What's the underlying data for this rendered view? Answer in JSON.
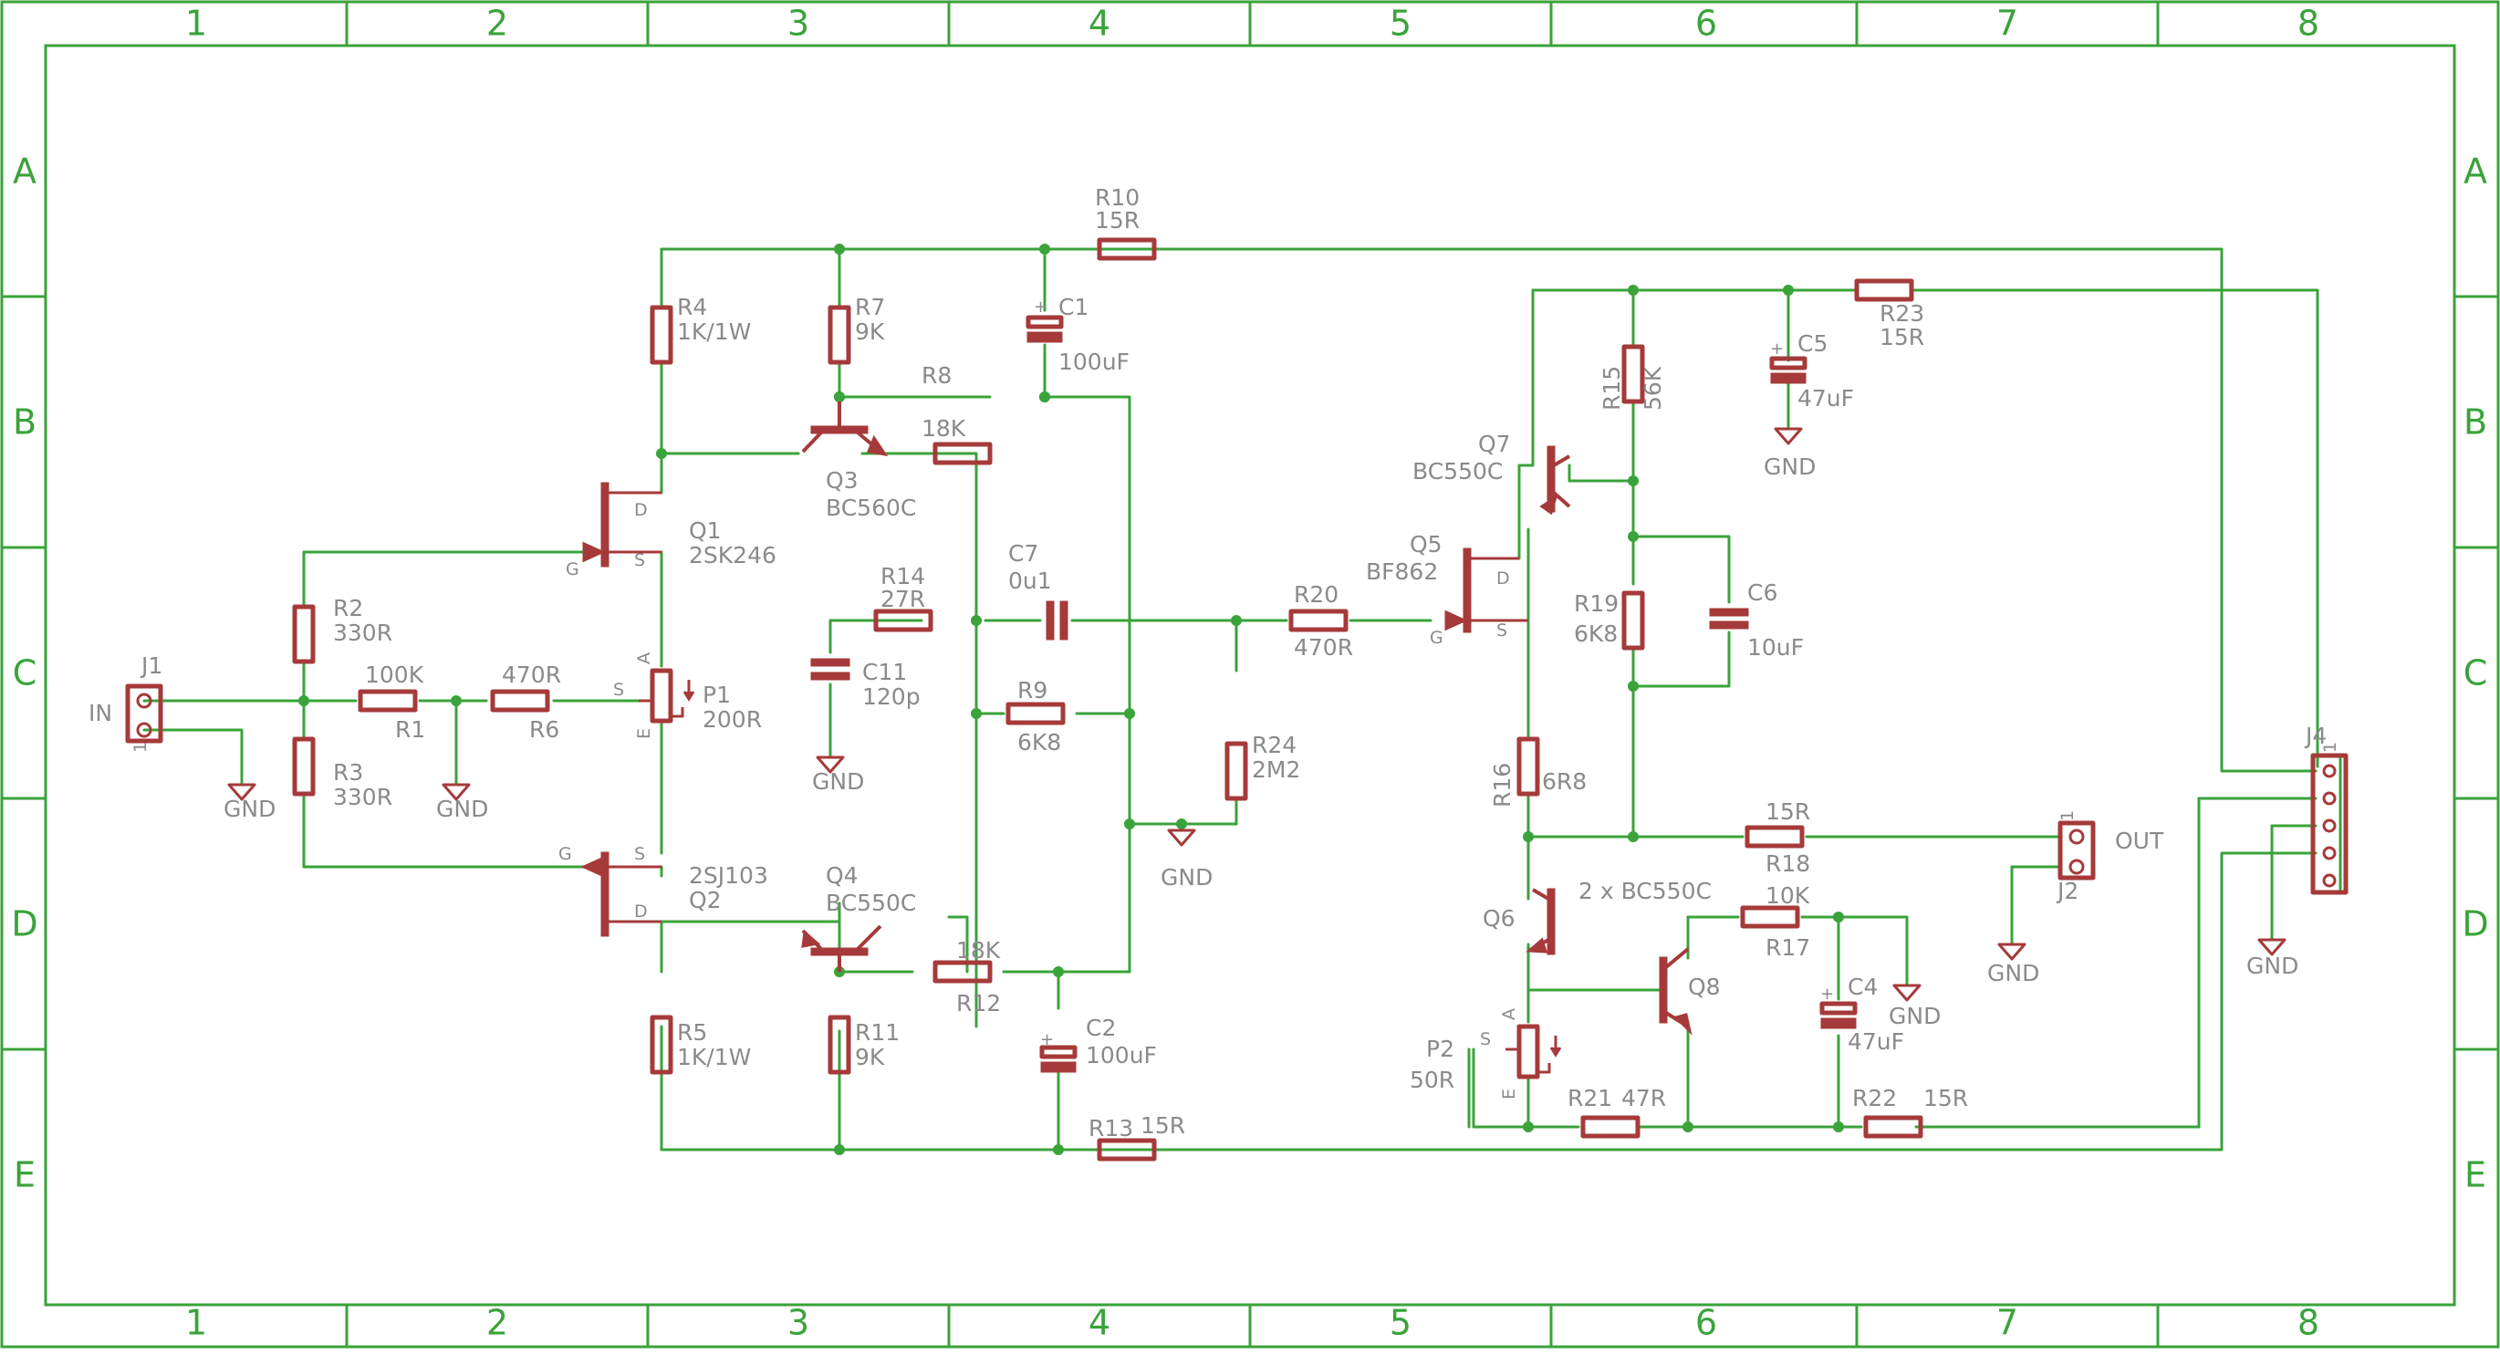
{
  "frame": {
    "columns": [
      "1",
      "2",
      "3",
      "4",
      "5",
      "6",
      "7",
      "8"
    ],
    "rows": [
      "A",
      "B",
      "C",
      "D",
      "E"
    ]
  },
  "labels": [
    {
      "id": "R10-name",
      "text": "R10"
    },
    {
      "id": "R10-val",
      "text": "15R"
    },
    {
      "id": "R4-name",
      "text": "R4"
    },
    {
      "id": "R4-val",
      "text": "1K/1W"
    },
    {
      "id": "R7-name",
      "text": "R7"
    },
    {
      "id": "R7-val",
      "text": "9K"
    },
    {
      "id": "C1-name",
      "text": "C1"
    },
    {
      "id": "C1-val",
      "text": "100uF"
    },
    {
      "id": "R8-name",
      "text": "R8"
    },
    {
      "id": "R8-val",
      "text": "18K"
    },
    {
      "id": "Q3-name",
      "text": "Q3"
    },
    {
      "id": "Q3-val",
      "text": "BC560C"
    },
    {
      "id": "Q1-name",
      "text": "Q1"
    },
    {
      "id": "Q1-val",
      "text": "2SK246"
    },
    {
      "id": "R2-name",
      "text": "R2"
    },
    {
      "id": "R2-val",
      "text": "330R"
    },
    {
      "id": "R1-val",
      "text": "100K"
    },
    {
      "id": "R1-name",
      "text": "R1"
    },
    {
      "id": "R6-val",
      "text": "470R"
    },
    {
      "id": "R6-name",
      "text": "R6"
    },
    {
      "id": "P1-name",
      "text": "P1"
    },
    {
      "id": "P1-val",
      "text": "200R"
    },
    {
      "id": "J1-name",
      "text": "J1"
    },
    {
      "id": "IN",
      "text": "IN"
    },
    {
      "id": "R3-name",
      "text": "R3"
    },
    {
      "id": "R3-val",
      "text": "330R"
    },
    {
      "id": "GND-J1",
      "text": "GND"
    },
    {
      "id": "GND-R1",
      "text": "GND"
    },
    {
      "id": "R14-name",
      "text": "R14"
    },
    {
      "id": "R14-val",
      "text": "27R"
    },
    {
      "id": "C7-name",
      "text": "C7"
    },
    {
      "id": "C7-val",
      "text": "0u1"
    },
    {
      "id": "C11-name",
      "text": "C11"
    },
    {
      "id": "C11-val",
      "text": "120p"
    },
    {
      "id": "GND-C11",
      "text": "GND"
    },
    {
      "id": "R9-name",
      "text": "R9"
    },
    {
      "id": "R9-val",
      "text": "6K8"
    },
    {
      "id": "R20-name",
      "text": "R20"
    },
    {
      "id": "R20-val",
      "text": "470R"
    },
    {
      "id": "R24-name",
      "text": "R24"
    },
    {
      "id": "R24-val",
      "text": "2M2"
    },
    {
      "id": "GND-R24",
      "text": "GND"
    },
    {
      "id": "Q2-val",
      "text": "2SJ103"
    },
    {
      "id": "Q2-name",
      "text": "Q2"
    },
    {
      "id": "Q4-name",
      "text": "Q4"
    },
    {
      "id": "Q4-val",
      "text": "BC550C"
    },
    {
      "id": "R12-val",
      "text": "18K"
    },
    {
      "id": "R12-name",
      "text": "R12"
    },
    {
      "id": "R5-name",
      "text": "R5"
    },
    {
      "id": "R5-val",
      "text": "1K/1W"
    },
    {
      "id": "R11-name",
      "text": "R11"
    },
    {
      "id": "R11-val",
      "text": "9K"
    },
    {
      "id": "C2-name",
      "text": "C2"
    },
    {
      "id": "C2-val",
      "text": "100uF"
    },
    {
      "id": "R13-name",
      "text": "R13"
    },
    {
      "id": "R13-val",
      "text": "15R"
    },
    {
      "id": "Q7-name",
      "text": "Q7"
    },
    {
      "id": "Q7-val",
      "text": "BC550C"
    },
    {
      "id": "Q5-name",
      "text": "Q5"
    },
    {
      "id": "Q5-val",
      "text": "BF862"
    },
    {
      "id": "R15-name",
      "text": "R15"
    },
    {
      "id": "R15-val",
      "text": "56K"
    },
    {
      "id": "C5-name",
      "text": "C5"
    },
    {
      "id": "C5-val",
      "text": "47uF"
    },
    {
      "id": "GND-C5",
      "text": "GND"
    },
    {
      "id": "R23-name",
      "text": "R23"
    },
    {
      "id": "R23-val",
      "text": "15R"
    },
    {
      "id": "R19-name",
      "text": "R19"
    },
    {
      "id": "R19-val",
      "text": "6K8"
    },
    {
      "id": "C6-name",
      "text": "C6"
    },
    {
      "id": "C6-val",
      "text": "10uF"
    },
    {
      "id": "R16-name",
      "text": "R16"
    },
    {
      "id": "R16-val",
      "text": "6R8"
    },
    {
      "id": "R18-val",
      "text": "15R"
    },
    {
      "id": "R18-name",
      "text": "R18"
    },
    {
      "id": "J2-name",
      "text": "J2"
    },
    {
      "id": "OUT",
      "text": "OUT"
    },
    {
      "id": "GND-J2",
      "text": "GND"
    },
    {
      "id": "J4-name",
      "text": "J4"
    },
    {
      "id": "GND-J4",
      "text": "GND"
    },
    {
      "id": "Q6-name",
      "text": "Q6"
    },
    {
      "id": "Q6Q8-val",
      "text": "2 x BC550C"
    },
    {
      "id": "R17-val",
      "text": "10K"
    },
    {
      "id": "R17-name",
      "text": "R17"
    },
    {
      "id": "Q8-name",
      "text": "Q8"
    },
    {
      "id": "C4-name",
      "text": "C4"
    },
    {
      "id": "C4-val",
      "text": "47uF"
    },
    {
      "id": "GND-C4",
      "text": "GND"
    },
    {
      "id": "P2-name",
      "text": "P2"
    },
    {
      "id": "P2-val",
      "text": "50R"
    },
    {
      "id": "R21-name",
      "text": "R21"
    },
    {
      "id": "R21-val",
      "text": "47R"
    },
    {
      "id": "R22-name",
      "text": "R22"
    },
    {
      "id": "R22-val",
      "text": "15R"
    }
  ],
  "pins": {
    "D": "D",
    "S": "S",
    "G": "G",
    "A": "A",
    "E": "E",
    "one": "1"
  }
}
